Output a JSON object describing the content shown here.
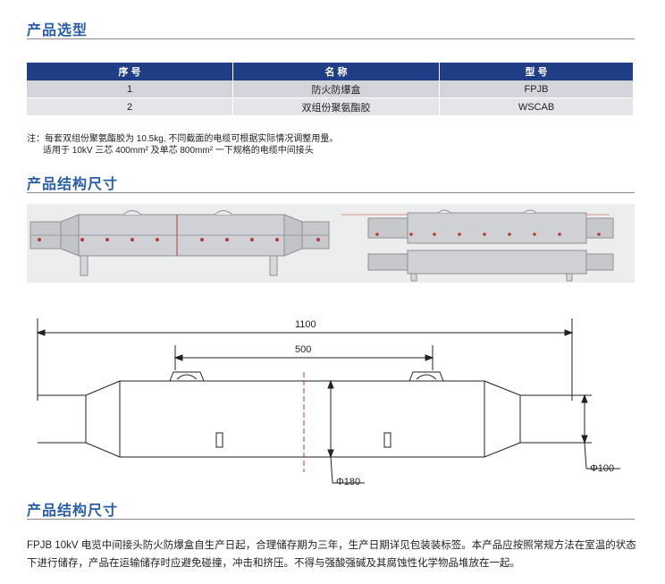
{
  "sections": {
    "selection_title": "产品选型",
    "structure_title": "产品结构尺寸",
    "structure_title_2": "产品结构尺寸"
  },
  "table": {
    "headers": [
      "序 号",
      "名 称",
      "型 号"
    ],
    "rows": [
      [
        "1",
        "防火防爆盒",
        "FPJB"
      ],
      [
        "2",
        "双组份聚氨酯胶",
        "WSCAB"
      ]
    ]
  },
  "note": {
    "line1": "注：每套双组份聚氨酯胶为 10.5kg, 不同截面的电缆可根据实际情况调整用量。",
    "line2": "适用于 10kV 三芯 400mm² 及单芯 800mm² 一下规格的电缆中间接头"
  },
  "dimensions": {
    "overall": "1100",
    "mid": "500",
    "body_dia": "Φ180",
    "end_dia": "Φ100"
  },
  "description": "FPJB 10kV 电览中间接头防火防爆盒自生产日起，合理储存期为三年，生产日期详见包装装标签。本产品应按照常规方法在室温的状态下进行储存，产品在运输储存时应避免碰撞，冲击和挤压。不得与强酸强碱及其腐蚀性化学物品堆放在一起。",
  "colors": {
    "accent": "#2a5ea8",
    "table_header": "#1f3e85",
    "marker": "#c8382f"
  }
}
